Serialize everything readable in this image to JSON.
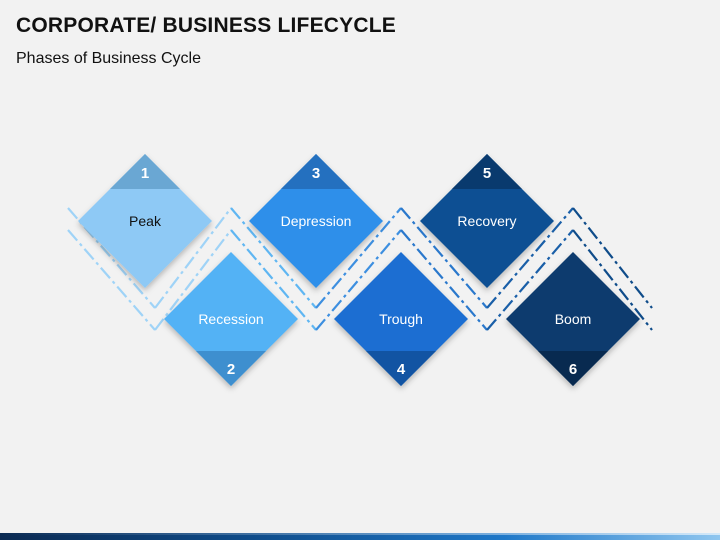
{
  "header": {
    "title": "CORPORATE/ BUSINESS LIFECYCLE",
    "subtitle": "Phases of Business Cycle"
  },
  "phases": [
    {
      "number": "1",
      "label": "Peak",
      "color": "#8ec9f5",
      "cap_color": "#6aa7d3",
      "text_color": "#111111"
    },
    {
      "number": "2",
      "label": "Recession",
      "color": "#52b2f5",
      "cap_color": "#3e8fcf",
      "text_color": "#ffffff"
    },
    {
      "number": "3",
      "label": "Depression",
      "color": "#2f8fea",
      "cap_color": "#2470bf",
      "text_color": "#ffffff"
    },
    {
      "number": "4",
      "label": "Trough",
      "color": "#1a6ed2",
      "cap_color": "#1254a3",
      "text_color": "#ffffff"
    },
    {
      "number": "5",
      "label": "Recovery",
      "color": "#0d4f93",
      "cap_color": "#093a6e",
      "text_color": "#ffffff"
    },
    {
      "number": "6",
      "label": "Boom",
      "color": "#0b3b6e",
      "cap_color": "#082a50",
      "text_color": "#ffffff"
    }
  ]
}
